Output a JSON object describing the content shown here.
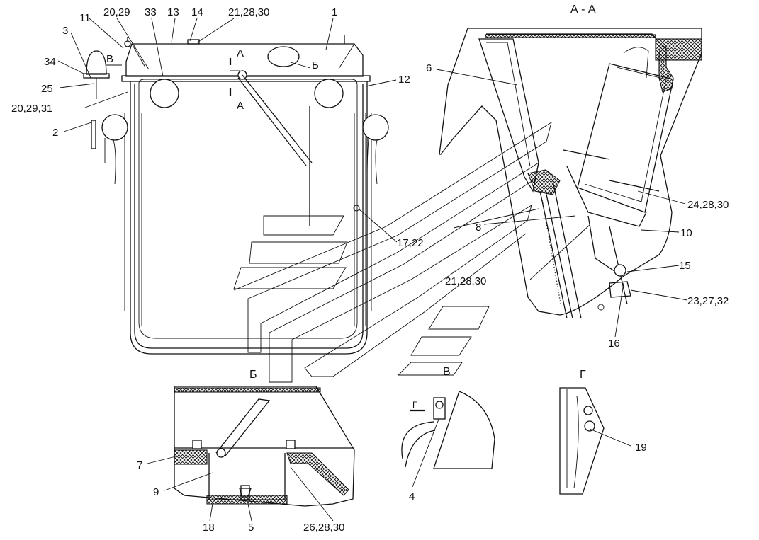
{
  "views": {
    "aa": "А - А",
    "b": "Б",
    "v": "В",
    "g": "Г"
  },
  "section_marks": {
    "a_top": "А",
    "a_bottom": "А",
    "b": "Б",
    "v": "В",
    "g": "Г"
  },
  "callouts": {
    "c1": "1",
    "c2": "2",
    "c3": "3",
    "c4": "4",
    "c5": "5",
    "c6": "6",
    "c7": "7",
    "c8": "8",
    "c9": "9",
    "c10": "10",
    "c11": "11",
    "c12": "12",
    "c13": "13",
    "c14": "14",
    "c15": "15",
    "c16": "16",
    "c17_22": "17,22",
    "c18": "18",
    "c19": "19",
    "c20_29": "20,29",
    "c20_29_31": "20,29,31",
    "c21_28_30_top": "21,28,30",
    "c21_28_30_mid": "21,28,30",
    "c23_27_32": "23,27,32",
    "c24_28_30": "24,28,30",
    "c25": "25",
    "c26_28_30": "26,28,30",
    "c33": "33",
    "c34": "34"
  }
}
